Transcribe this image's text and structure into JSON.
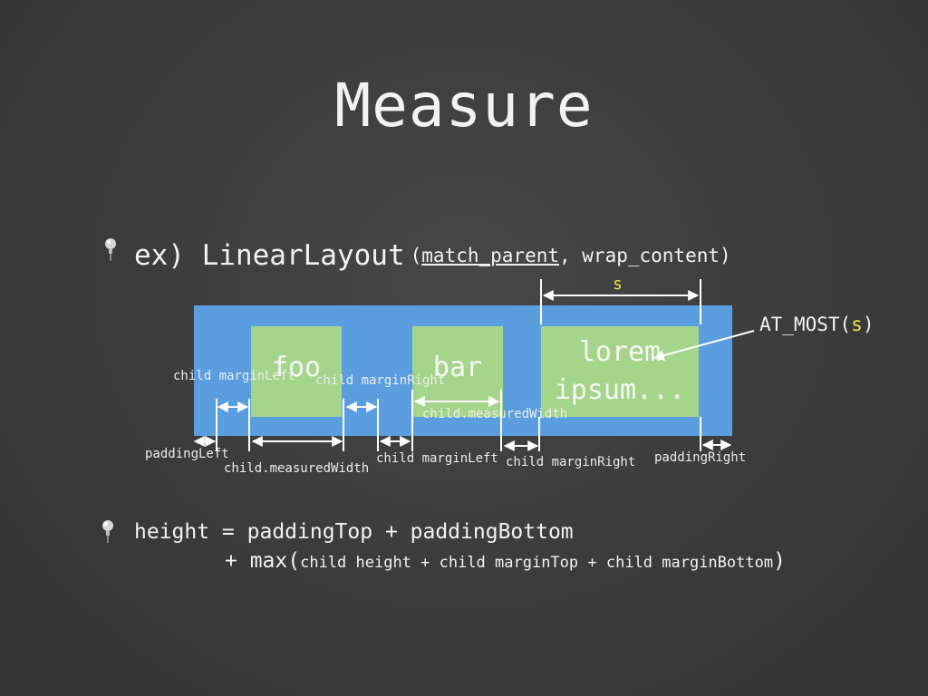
{
  "slide": {
    "title": "Measure"
  },
  "bullets": [
    {
      "icon": "pushpin-icon",
      "text_main": "ex) LinearLayout",
      "args_open": "(",
      "args_underlined": "match_parent",
      "args_rest": ", wrap_content)"
    },
    {
      "icon": "pushpin-icon",
      "formula_line1": "height = paddingTop + paddingBottom",
      "formula_line2_prefix": "+ max(",
      "formula_line2_inner": "child height + child marginTop + child marginBottom",
      "formula_line2_suffix": ")"
    }
  ],
  "diagram": {
    "s_label": "s",
    "at_most_prefix": "AT_MOST(",
    "at_most_var": "s",
    "at_most_suffix": ")",
    "children": [
      {
        "label": "foo"
      },
      {
        "label": "bar"
      },
      {
        "label_line1": "lorem",
        "label_line2": "ipsum..."
      }
    ],
    "labels": {
      "child_margin_left_1": "child marginLeft",
      "child_margin_right_1": "child marginRight",
      "child_measured_width_2": "child.measuredWidth",
      "padding_left": "paddingLeft",
      "child_measured_width_1": "child.measuredWidth",
      "child_margin_left_2": "child marginLeft",
      "child_margin_right_2": "child marginRight",
      "padding_right": "paddingRight"
    },
    "colors": {
      "background": "#3c3c3c",
      "container": "#5b9edf",
      "child": "#a4d58a",
      "highlight": "#f0e34a",
      "text": "#f2f2f2"
    }
  }
}
